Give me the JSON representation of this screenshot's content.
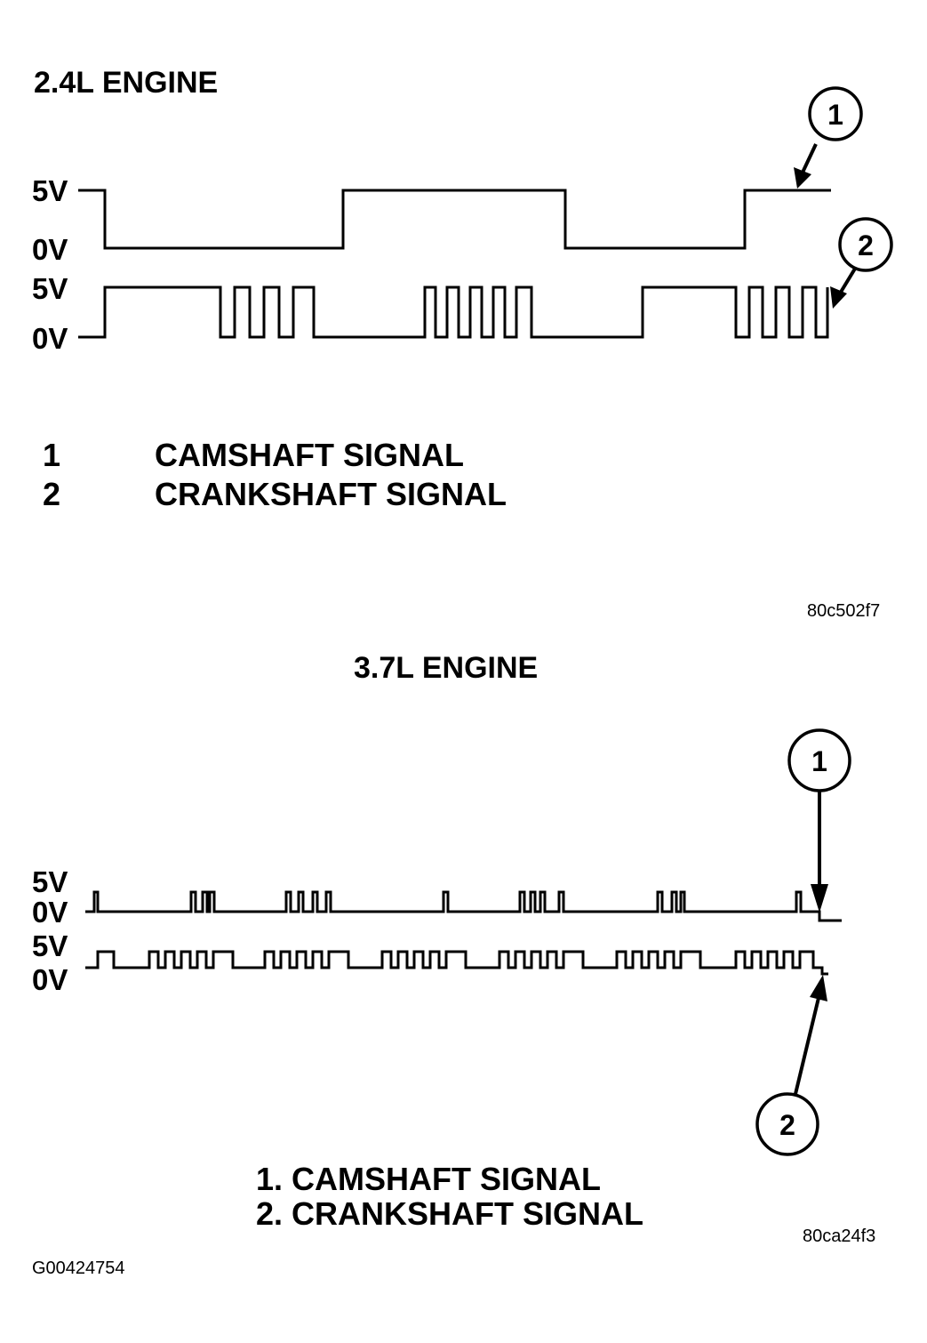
{
  "top": {
    "title": "2.4L ENGINE",
    "y_labels": [
      "5V",
      "0V",
      "5V",
      "0V"
    ],
    "callouts": [
      "1",
      "2"
    ],
    "legend": [
      {
        "num": "1",
        "text": "CAMSHAFT SIGNAL"
      },
      {
        "num": "2",
        "text": "CRANKSHAFT SIGNAL"
      }
    ],
    "figure_code": "80c502f7"
  },
  "bottom": {
    "title": "3.7L ENGINE",
    "y_labels": [
      "5V",
      "0V",
      "5V",
      "0V"
    ],
    "callouts": [
      "1",
      "2"
    ],
    "legend": [
      "1. CAMSHAFT SIGNAL",
      "2. CRANKSHAFT SIGNAL"
    ],
    "figure_code": "80ca24f3"
  },
  "document_id": "G00424754"
}
